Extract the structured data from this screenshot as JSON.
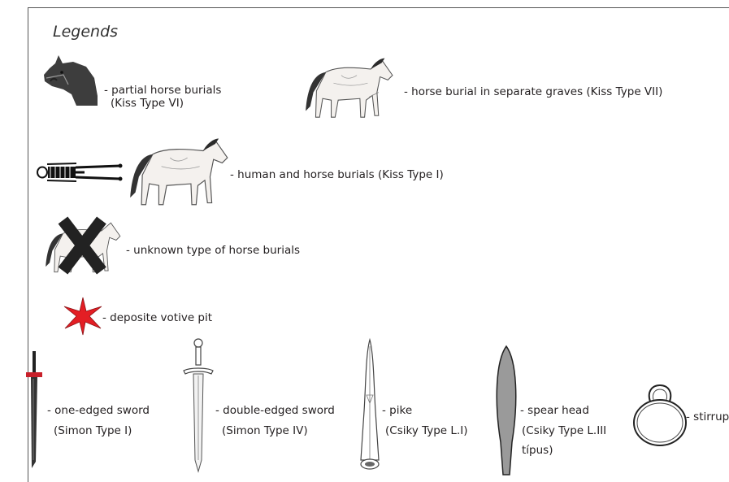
{
  "title": "Legends",
  "legend": {
    "partial_horse": {
      "line1": "- partial horse burials",
      "line2": "(Kiss Type VI)"
    },
    "separate_graves": {
      "line1": "-   horse burial in separate graves (Kiss Type VII)"
    },
    "human_horse": {
      "line1": "- human and horse burials (Kiss Type I)"
    },
    "unknown": {
      "line1": "- unknown type of horse burials"
    },
    "votive_pit": {
      "line1": "- deposite votive pit",
      "color": "#e31e24"
    },
    "one_edged_sword": {
      "line1": "- one-edged sword",
      "line2": "(Simon Type I)"
    },
    "double_edged_sword": {
      "line1": "- double-edged sword",
      "line2": "(Simon Type IV)"
    },
    "pike": {
      "line1": "- pike",
      "line2": "(Csiky Type L.I)"
    },
    "spear_head": {
      "line1": "- spear head",
      "line2": "(Csiky Type L.III",
      "line3": "típus)"
    },
    "stirrup": {
      "line1": "- stirrup"
    }
  }
}
